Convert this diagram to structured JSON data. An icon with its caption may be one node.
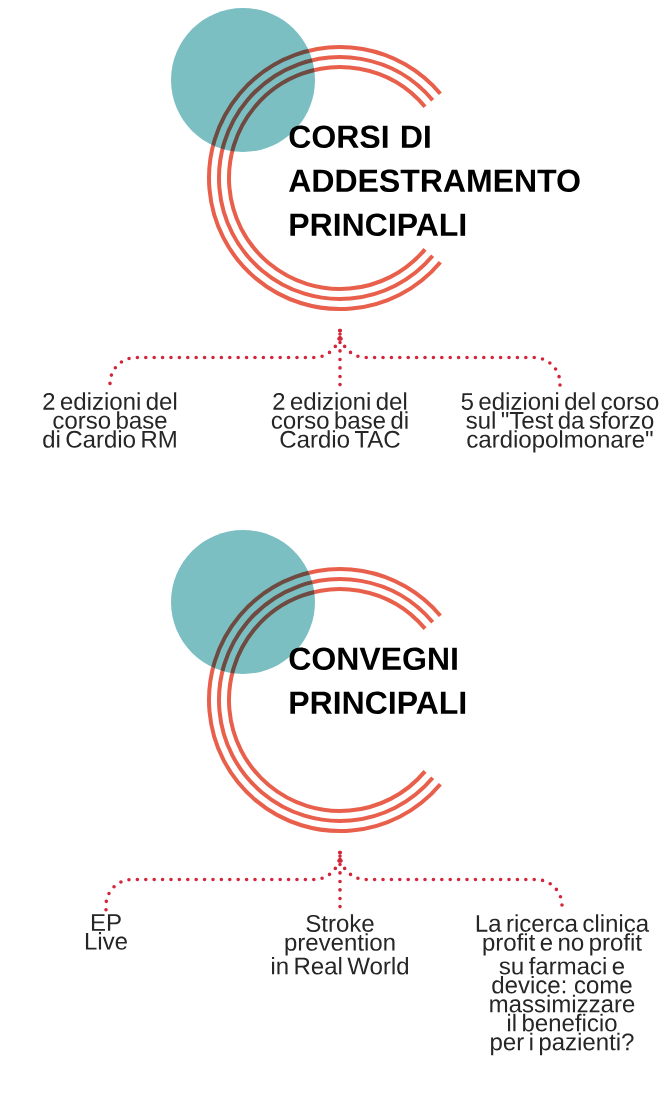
{
  "diagram": {
    "nodes": [
      {
        "text": [
          "CORSI DI ADDESTRAMENTO PRINCIPALI"
        ]
      },
      {
        "text": [
          "2 edizioni del corso base di Cardio RM"
        ]
      },
      {
        "text": [
          "2 edizioni del corso base di Cardio TAC"
        ]
      },
      {
        "text": [
          "5 edizioni del corso sul \"Test da sforzo cardiopolmonare\""
        ]
      },
      {
        "text": [
          "CONVEGNI PRINCIPALI"
        ]
      },
      {
        "text": [
          "EP Live"
        ]
      },
      {
        "text": [
          "Stroke prevention in Real World"
        ]
      },
      {
        "text": [
          "La ricerca clinica profit e no profit su farmaci e device: come massimizzare il beneficio per i pazienti?"
        ]
      }
    ],
    "edges": [
      {
        "from": 0,
        "to": 1,
        "arrow": "none"
      },
      {
        "from": 0,
        "to": 2,
        "arrow": "none"
      },
      {
        "from": 0,
        "to": 3,
        "arrow": "none"
      },
      {
        "from": 4,
        "to": 5,
        "arrow": "none"
      },
      {
        "from": 4,
        "to": 6,
        "arrow": "none"
      },
      {
        "from": 4,
        "to": 7,
        "arrow": "none"
      }
    ]
  }
}
